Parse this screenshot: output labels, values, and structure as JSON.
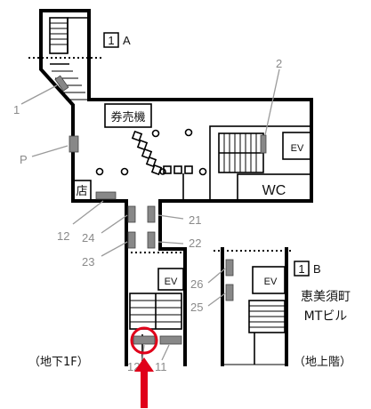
{
  "exits": [
    {
      "id": "1A",
      "number": "1",
      "letter": "A"
    },
    {
      "id": "1B",
      "number": "1",
      "letter": "B"
    }
  ],
  "rooms": {
    "ticket_machines": "券売機",
    "shop": "店",
    "wc": "WC",
    "ev": "EV"
  },
  "markers": {
    "m1": "1",
    "m2": "2",
    "p": "P",
    "m12": "12",
    "m21": "21",
    "m22": "22",
    "m23": "23",
    "m24": "24",
    "m25": "25",
    "m26": "26",
    "m11": "11",
    "m12b": "12"
  },
  "building_name_line1": "恵美須町",
  "building_name_line2": "MTビル",
  "floor_left": "（地下1F）",
  "floor_right": "（地上階）",
  "highlight_color": "#e0001a"
}
